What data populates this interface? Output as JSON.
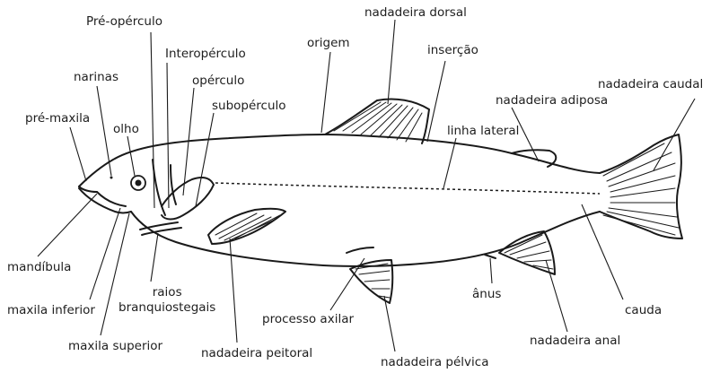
{
  "labels": {
    "pre_operculo": "Pré-opérculo",
    "interoperculo": "Interopérculo",
    "operculo": "opérculo",
    "subopérculo": "subopérculo",
    "narinas": "narinas",
    "pre_maxila": "pré-maxila",
    "olho": "olho",
    "origem": "origem",
    "nadadeira_dorsal": "nadadeira dorsal",
    "insercao": "inserção",
    "nadadeira_adiposa": "nadadeira adiposa",
    "nadadeira_caudal": "nadadeira caudal",
    "linha_lateral": "linha lateral",
    "mandibula": "mandíbula",
    "maxila_inferior": "maxila inferior",
    "maxila_superior": "maxila superior",
    "raios_branquiostegais": "raios\nbranquiostegais",
    "nadadeira_peitoral": "nadadeira peitoral",
    "processo_axilar": "processo axilar",
    "nadadeira_pelvica": "nadadeira pélvica",
    "anus": "ânus",
    "nadadeira_anal": "nadadeira anal",
    "cauda": "cauda"
  },
  "colors": {
    "line": "#1a1a1a",
    "text": "#1e1e1e",
    "background": "#ffffff"
  }
}
